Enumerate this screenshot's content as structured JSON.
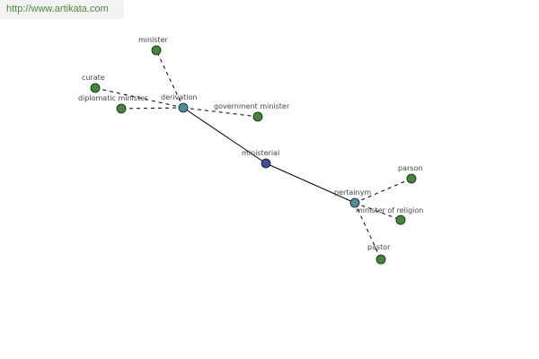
{
  "watermark": "http://www.artikata.com",
  "colors": {
    "center": "#3d4f9a",
    "hub": "#4a8f9a",
    "leaf": "#3f8a3a"
  },
  "graph": {
    "nodes": [
      {
        "id": "ministerial",
        "label": "ministerial",
        "kind": "center"
      },
      {
        "id": "derivation",
        "label": "derivation",
        "kind": "hub"
      },
      {
        "id": "pertainym",
        "label": "pertainym",
        "kind": "hub"
      },
      {
        "id": "minister",
        "label": "minister",
        "kind": "leaf"
      },
      {
        "id": "curate",
        "label": "curate",
        "kind": "leaf"
      },
      {
        "id": "diplomatic-minister",
        "label": "diplomatic minister",
        "kind": "leaf"
      },
      {
        "id": "government-minister",
        "label": "government minister",
        "kind": "leaf"
      },
      {
        "id": "parson",
        "label": "parson",
        "kind": "leaf"
      },
      {
        "id": "minister-of-religion",
        "label": "minister of religion",
        "kind": "leaf"
      },
      {
        "id": "pastor",
        "label": "pastor",
        "kind": "leaf"
      }
    ],
    "edges": [
      {
        "from": "ministerial",
        "to": "derivation",
        "style": "solid"
      },
      {
        "from": "ministerial",
        "to": "pertainym",
        "style": "solid"
      },
      {
        "from": "derivation",
        "to": "minister",
        "style": "dashed"
      },
      {
        "from": "derivation",
        "to": "curate",
        "style": "dashed"
      },
      {
        "from": "derivation",
        "to": "diplomatic-minister",
        "style": "dashed"
      },
      {
        "from": "derivation",
        "to": "government-minister",
        "style": "dashed"
      },
      {
        "from": "pertainym",
        "to": "parson",
        "style": "dashed"
      },
      {
        "from": "pertainym",
        "to": "minister-of-religion",
        "style": "dashed"
      },
      {
        "from": "pertainym",
        "to": "pastor",
        "style": "dashed"
      }
    ]
  }
}
